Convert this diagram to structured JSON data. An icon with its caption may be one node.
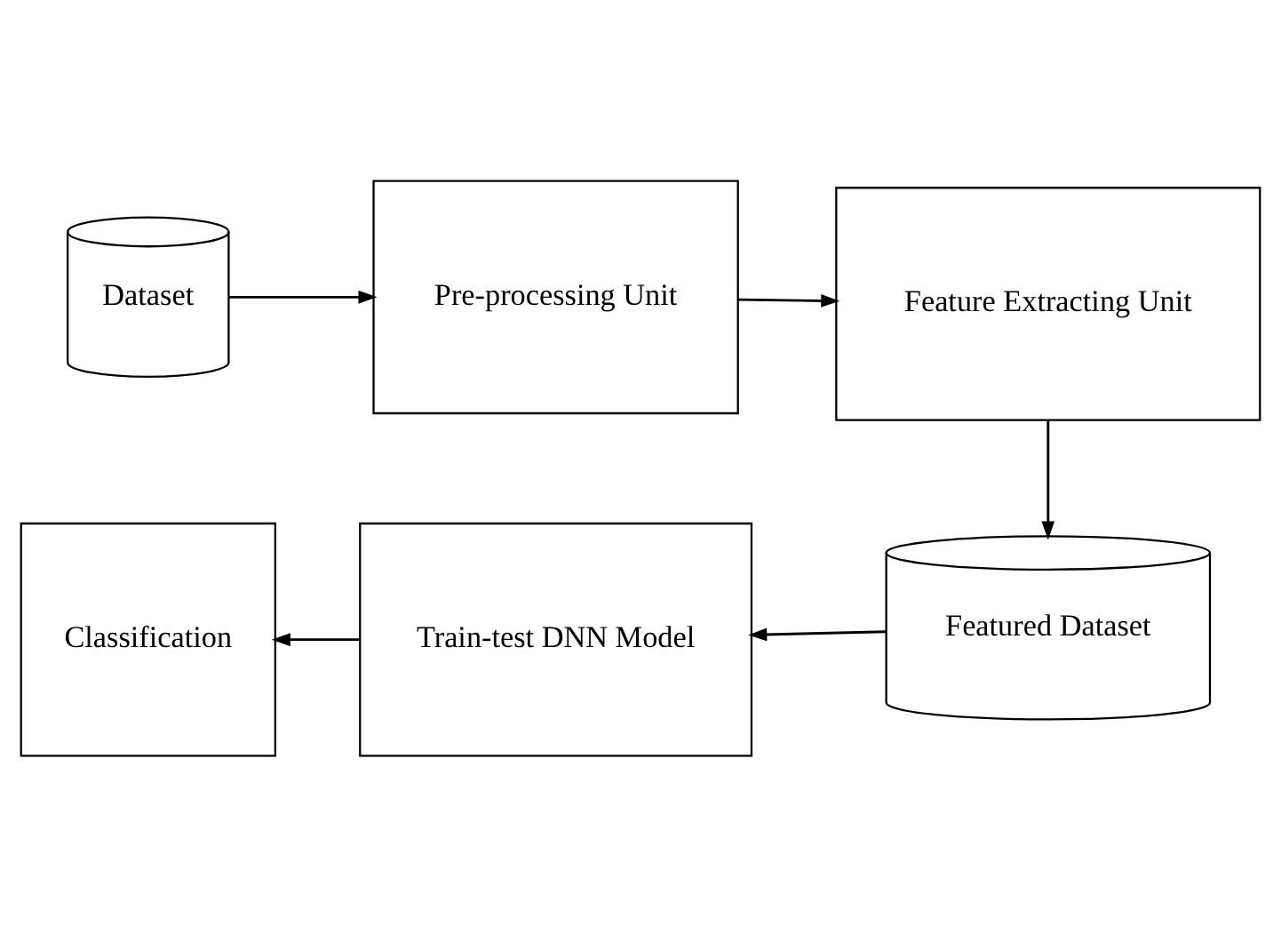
{
  "diagram": {
    "nodes": [
      {
        "text": [
          "Dataset"
        ]
      },
      {
        "text": [
          "Pre-processing Unit"
        ]
      },
      {
        "text": [
          "Feature Extracting Unit"
        ]
      },
      {
        "text": [
          "Featured Dataset"
        ]
      },
      {
        "text": [
          "Train-test DNN Model"
        ]
      },
      {
        "text": [
          "Classification"
        ]
      }
    ],
    "edges": [
      {
        "from": 0,
        "to": 1,
        "arrow": "to"
      },
      {
        "from": 1,
        "to": 2,
        "arrow": "to"
      },
      {
        "from": 2,
        "to": 3,
        "arrow": "to"
      },
      {
        "from": 3,
        "to": 4,
        "arrow": "to"
      },
      {
        "from": 4,
        "to": 5,
        "arrow": "to"
      }
    ]
  }
}
